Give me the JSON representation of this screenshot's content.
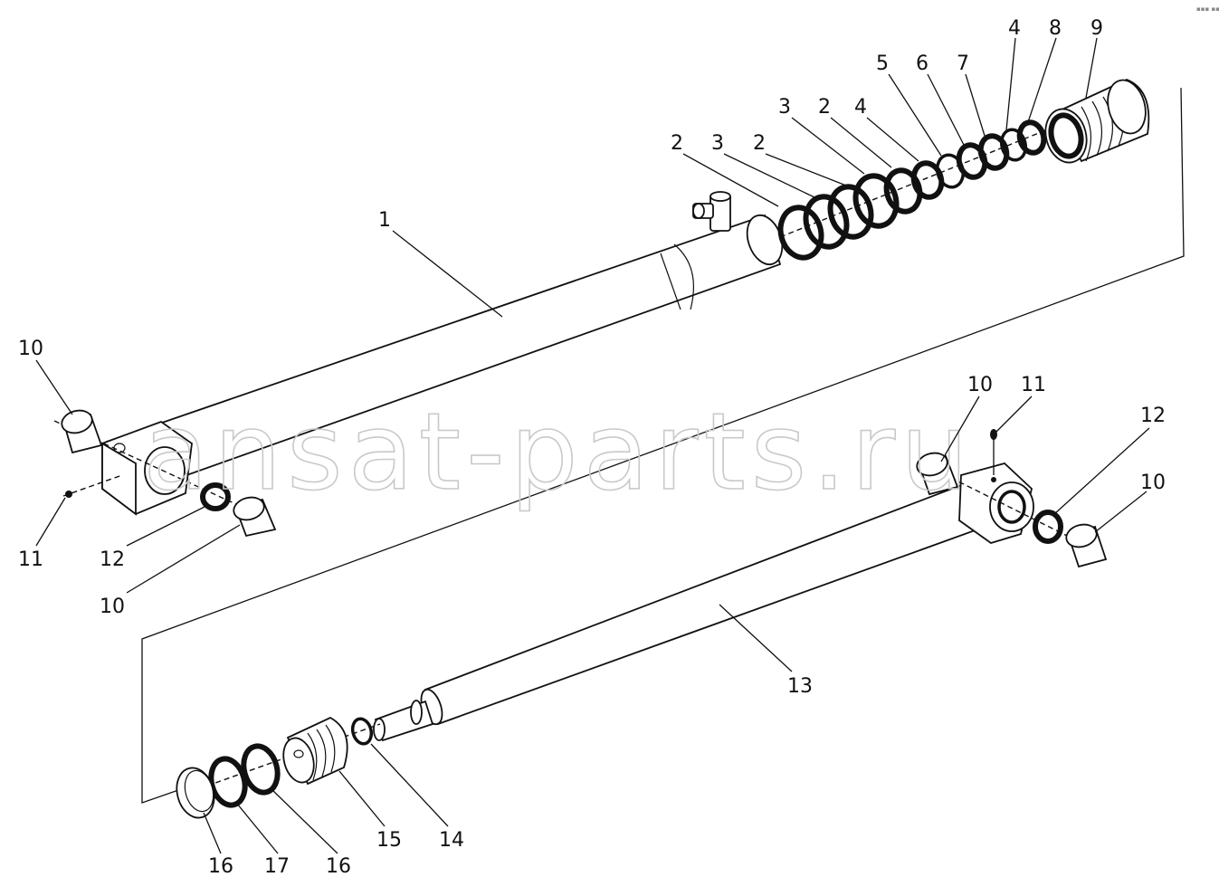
{
  "labels": {
    "l1": "1",
    "l2a": "2",
    "l3a": "3",
    "l2b": "2",
    "l3b": "3",
    "l2c": "2",
    "l4a": "4",
    "l5": "5",
    "l6": "6",
    "l7": "7",
    "l4b": "4",
    "l8": "8",
    "l9": "9",
    "l10a": "10",
    "l11a": "11",
    "l12a": "12",
    "l10b": "10",
    "l10c": "10",
    "l11b": "11",
    "l12b": "12",
    "l10d": "10",
    "l13": "13",
    "l14": "14",
    "l15": "15",
    "l16a": "16",
    "l17": "17",
    "l16b": "16"
  },
  "watermark": "ansat-parts.ru",
  "corner_mark": "▪▪▪ ▪▪▪▪"
}
